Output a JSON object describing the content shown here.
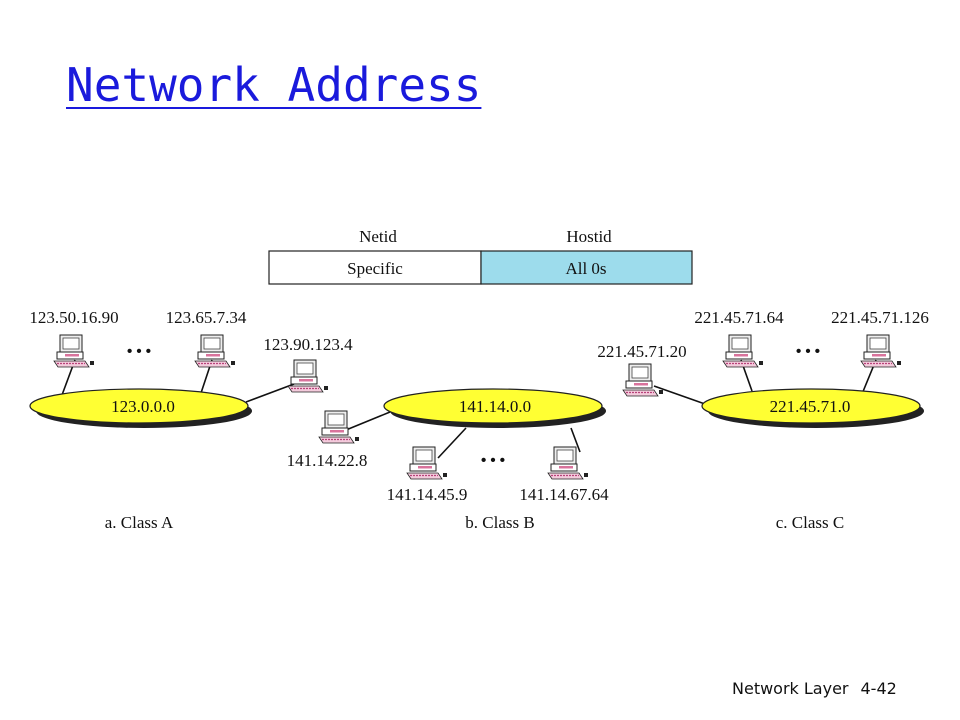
{
  "slide": {
    "title": "Network Address",
    "footer_section": "Network Layer",
    "footer_page": "4-42"
  },
  "format": {
    "netid_header": "Netid",
    "hostid_header": "Hostid",
    "netid_value": "Specific",
    "hostid_value": "All 0s",
    "hostid_color": "#9ddcec"
  },
  "network_color": "#ffff33",
  "ellipsis": "• • •",
  "class_a": {
    "caption": "a. Class A",
    "network": "123.0.0.0",
    "hosts": [
      "123.50.16.90",
      "123.65.7.34",
      "123.90.123.4"
    ]
  },
  "class_b": {
    "caption": "b. Class B",
    "network": "141.14.0.0",
    "hosts": [
      "141.14.22.8",
      "141.14.45.9",
      "141.14.67.64"
    ]
  },
  "class_c": {
    "caption": "c. Class C",
    "network": "221.45.71.0",
    "hosts": [
      "221.45.71.20",
      "221.45.71.64",
      "221.45.71.126"
    ]
  }
}
